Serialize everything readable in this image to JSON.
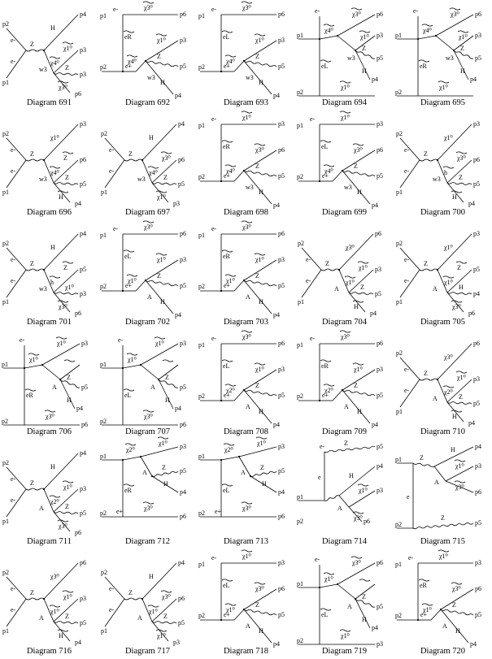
{
  "diagrams": [
    {
      "caption": "Diagram 691",
      "kind": "A",
      "labels": {
        "in_top": "p2",
        "in_bot": "p1",
        "e_top": "e-",
        "e_bot": "e-",
        "v1": "Z",
        "t1": "H",
        "t1p": "p4",
        "t2": "χ1⁰",
        "t2p": "p3",
        "t3": "Z",
        "t3p": "p3",
        "t4": "χ3⁰",
        "t4p": "p6",
        "w": "w3",
        "mid": "χ4⁰"
      }
    },
    {
      "caption": "Diagram 692",
      "kind": "B",
      "labels": {
        "top_l": "e-",
        "top_t": "χ3⁰",
        "top_p": "p6",
        "in1": "p1",
        "in2": "p2",
        "sel": "eR",
        "pos": "e+",
        "mid": "χ4⁰",
        "o1": "χ1⁰",
        "o1p": "p3",
        "o2": "Z",
        "o2p": "p5",
        "o3": "H",
        "o3p": "p4",
        "w": "w3"
      }
    },
    {
      "caption": "Diagram 693",
      "kind": "B",
      "labels": {
        "top_l": "e-",
        "top_t": "χ3⁰",
        "top_p": "p6",
        "in1": "p1",
        "in2": "p2",
        "sel": "eL",
        "pos": "e+",
        "mid": "χ4⁰",
        "o1": "χ1⁰",
        "o1p": "p3",
        "o2": "Z",
        "o2p": "p5",
        "o3": "H",
        "o3p": "p4",
        "w": "w3"
      }
    },
    {
      "caption": "Diagram 694",
      "kind": "C",
      "labels": {
        "top_l": "e-",
        "in1": "p1",
        "in2": "p2",
        "sel": "eL",
        "mid": "χ4⁰",
        "o1": "χ3⁰",
        "o1p": "p6",
        "o2": "χ1⁰",
        "o2p": "p3",
        "o3": "Z",
        "o3p": "p5",
        "o4": "H",
        "o4p": "p4",
        "w": "w3",
        "bot_t": "χ1⁰"
      }
    },
    {
      "caption": "Diagram 695",
      "kind": "C",
      "labels": {
        "top_l": "e-",
        "in1": "p1",
        "in2": "p2",
        "sel": "eR",
        "mid": "χ4⁰",
        "o1": "χ3⁰",
        "o1p": "p6",
        "o2": "χ1⁰",
        "o2p": "p3",
        "o3": "Z",
        "o3p": "p5",
        "o4": "H",
        "o4p": "p4",
        "w": "w3",
        "bot_t": "χ1⁰"
      }
    },
    {
      "caption": "Diagram 696",
      "kind": "A",
      "labels": {
        "in_top": "p2",
        "in_bot": "p1",
        "e_top": "e-",
        "e_bot": "e-",
        "v1": "Z",
        "t1": "χ1⁰",
        "t1p": "p3",
        "t2": "Z",
        "t2p": "p6",
        "t3": "Z",
        "t3p": "p5",
        "t4": "H",
        "t4p": "p4",
        "w": "w3",
        "mid": "χ4⁰"
      }
    },
    {
      "caption": "Diagram 697",
      "kind": "A",
      "labels": {
        "in_top": "p2",
        "in_bot": "p1",
        "e_top": "e-",
        "e_bot": "e-",
        "v1": "Z",
        "t1": "H",
        "t1p": "p4",
        "t2": "χ3⁰",
        "t2p": "p6",
        "t3": "Z",
        "t3p": "p5",
        "t4": "χ1⁰",
        "t4p": "p3",
        "w": "w3",
        "mid": "χ4⁰"
      }
    },
    {
      "caption": "Diagram 698",
      "kind": "B",
      "labels": {
        "top_l": "e-",
        "top_t": "χ1⁰",
        "top_p": "p3",
        "in1": "p1",
        "in2": "p2",
        "sel": "eR",
        "pos": "e+",
        "mid": "χ4⁰",
        "o1": "χ3⁰",
        "o1p": "p6",
        "o2": "Z",
        "o2p": "p5",
        "o3": "H",
        "o3p": "p4",
        "w": "w3"
      }
    },
    {
      "caption": "Diagram 699",
      "kind": "B",
      "labels": {
        "top_l": "e-",
        "top_t": "χ1⁰",
        "top_p": "p3",
        "in1": "p1",
        "in2": "p2",
        "sel": "eL",
        "pos": "e+",
        "mid": "χ4⁰",
        "o1": "χ3⁰",
        "o1p": "p6",
        "o2": "Z",
        "o2p": "p5",
        "o3": "H",
        "o3p": "p4",
        "w": "w3"
      }
    },
    {
      "caption": "Diagram 700",
      "kind": "A",
      "labels": {
        "in_top": "p2",
        "in_bot": "p1",
        "e_top": "e-",
        "e_bot": "e-",
        "v1": "Z",
        "t1": "χ1⁰",
        "t1p": "p3",
        "t2": "χ3⁰",
        "t2p": "p6",
        "t3": "Z",
        "t3p": "p5",
        "t4": "H",
        "t4p": "p4",
        "w": "w3",
        "mid": "h"
      }
    },
    {
      "caption": "Diagram 701",
      "kind": "A",
      "labels": {
        "in_top": "p2",
        "in_bot": "p1",
        "e_top": "e-",
        "e_bot": "e-",
        "v1": "Z",
        "t1": "H",
        "t1p": "p4",
        "t2": "Z",
        "t2p": "p5",
        "t3": "χ1⁰",
        "t3p": "p3",
        "t4": "χ3⁰",
        "t4p": "p6",
        "w": "w3",
        "mid": "h"
      }
    },
    {
      "caption": "Diagram 702",
      "kind": "B",
      "labels": {
        "top_l": "e-",
        "top_t": "χ3⁰",
        "top_p": "p6",
        "in1": "p1",
        "in2": "p2",
        "sel": "eL",
        "pos": "e+",
        "mid": "χ1⁰",
        "o1": "χ1⁰",
        "o1p": "p3",
        "o2": "Z",
        "o2p": "p5",
        "o3": "H",
        "o3p": "p4",
        "w": "A"
      }
    },
    {
      "caption": "Diagram 703",
      "kind": "B",
      "labels": {
        "top_l": "e-",
        "top_t": "χ3⁰",
        "top_p": "p6",
        "in1": "p1",
        "in2": "p2",
        "sel": "eR",
        "pos": "e+",
        "mid": "χ1⁰",
        "o1": "χ1⁰",
        "o1p": "p3",
        "o2": "Z",
        "o2p": "p5",
        "o3": "H",
        "o3p": "p4",
        "w": "A"
      }
    },
    {
      "caption": "Diagram 704",
      "kind": "A",
      "labels": {
        "in_top": "p2",
        "in_bot": "p1",
        "e_top": "e-",
        "e_bot": "e-",
        "v1": "Z",
        "t1": "χ3⁰",
        "t1p": "p6",
        "t2": "χ1⁰",
        "t2p": "p3",
        "t3": "Z",
        "t3p": "p5",
        "t4": "H",
        "t4p": "p4",
        "w": "A",
        "mid": "χ1⁰"
      }
    },
    {
      "caption": "Diagram 705",
      "kind": "A",
      "labels": {
        "in_top": "p2",
        "in_bot": "p1",
        "e_top": "e-",
        "e_bot": "e-",
        "v1": "Z",
        "t1": "χ1⁰",
        "t1p": "p3",
        "t2": "Z",
        "t2p": "p5",
        "t3": "H",
        "t3p": "p4",
        "t4": "χ3⁰",
        "t4p": "p6",
        "w": "A",
        "mid": "χ1⁰"
      }
    },
    {
      "caption": "Diagram 706",
      "kind": "C",
      "labels": {
        "top_l": "e-",
        "in1": "p1",
        "in2": "p2",
        "sel": "eR",
        "mid": "χ1⁰",
        "o1": "χ1⁰",
        "o1p": "p3",
        "o2": "",
        "o2p": "",
        "o3": "Z",
        "o3p": "p5",
        "o4": "H",
        "o4p": "p4",
        "w": "A",
        "bot_t": "χ3⁰",
        "bot_p": "p6"
      }
    },
    {
      "caption": "Diagram 707",
      "kind": "C",
      "labels": {
        "top_l": "e-",
        "in1": "p1",
        "in2": "p2",
        "sel": "eL",
        "mid": "χ1⁰",
        "o1": "χ1⁰",
        "o1p": "p3",
        "o2": "",
        "o2p": "",
        "o3": "Z",
        "o3p": "p5",
        "o4": "H",
        "o4p": "p4",
        "w": "A",
        "bot_t": "χ3⁰",
        "bot_p": "p6"
      }
    },
    {
      "caption": "Diagram 708",
      "kind": "B",
      "labels": {
        "top_l": "e-",
        "top_t": "χ3⁰",
        "top_p": "p6",
        "in1": "p1",
        "in2": "p2",
        "sel": "eL",
        "pos": "e+",
        "mid": "χ2⁰",
        "o1": "χ1⁰",
        "o1p": "p3",
        "o2": "Z",
        "o2p": "p5",
        "o3": "H",
        "o3p": "p4",
        "w": "A"
      }
    },
    {
      "caption": "Diagram 709",
      "kind": "B",
      "labels": {
        "top_l": "e-",
        "top_t": "χ3⁰",
        "top_p": "p6",
        "in1": "p1",
        "in2": "p2",
        "sel": "eR",
        "pos": "e+",
        "mid": "χ2⁰",
        "o1": "χ1⁰",
        "o1p": "p3",
        "o2": "Z",
        "o2p": "p5",
        "o3": "H",
        "o3p": "p4",
        "w": "A"
      }
    },
    {
      "caption": "Diagram 710",
      "kind": "A",
      "labels": {
        "in_top": "p2",
        "in_bot": "p1",
        "e_top": "e-",
        "e_bot": "e-",
        "v1": "Z",
        "t1": "χ3⁰",
        "t1p": "p6",
        "t2": "χ1⁰",
        "t2p": "p3",
        "t3": "Z",
        "t3p": "p5",
        "t4": "H",
        "t4p": "p4",
        "w": "A",
        "mid": "χ2⁰"
      }
    },
    {
      "caption": "Diagram 711",
      "kind": "A",
      "labels": {
        "in_top": "p2",
        "in_bot": "p1",
        "e_top": "e-",
        "e_bot": "e-",
        "v1": "Z",
        "t1": "H",
        "t1p": "p4",
        "t2": "χ1⁰",
        "t2p": "p3",
        "t3": "Z",
        "t3p": "p5",
        "t4": "χ3⁰",
        "t4p": "p6",
        "w": "A",
        "mid": "χ2⁰"
      }
    },
    {
      "caption": "Diagram 712",
      "kind": "D",
      "labels": {
        "in1": "p1",
        "in2": "p2",
        "sel": "eR",
        "pos": "e+",
        "mid": "χ2⁰",
        "t1": "χ1⁰",
        "t1p": "p3",
        "t2": "Z",
        "t2p": "p5",
        "t3": "H",
        "t3p": "p4",
        "w": "A",
        "bot_t": "χ3⁰",
        "bot_p": "p6"
      }
    },
    {
      "caption": "Diagram 713",
      "kind": "D",
      "labels": {
        "in1": "p1",
        "in2": "p2",
        "sel": "eL",
        "pos": "e+",
        "mid": "χ2⁰",
        "t1": "χ1⁰",
        "t1p": "p3",
        "t2": "Z",
        "t2p": "p5",
        "t3": "H",
        "t3p": "p4",
        "w": "A",
        "bot_t": "χ3⁰",
        "bot_p": "p6"
      }
    },
    {
      "caption": "Diagram 714",
      "kind": "E",
      "labels": {
        "top_l": "e-",
        "top_z": "Z",
        "top_p": "p5",
        "v": "e",
        "t1": "H",
        "t1p": "p4",
        "t2": "χ1⁰",
        "t2p": "p3",
        "w": "A",
        "t3": "χ3⁰",
        "t3p": "p6",
        "in1": "p1",
        "in2": "p2"
      }
    },
    {
      "caption": "Diagram 715",
      "kind": "F",
      "labels": {
        "in1": "p1",
        "in2": "p2",
        "v": "e",
        "z": "Z",
        "t1": "H",
        "t1p": "p4",
        "t2": "χ1⁰",
        "t2p": "p3",
        "t3": "χ3⁰",
        "t3p": "p6",
        "w": "A",
        "bot_z": "Z",
        "bot_p": "p5"
      }
    },
    {
      "caption": "Diagram 716",
      "kind": "A",
      "labels": {
        "in_top": "p2",
        "in_bot": "p1",
        "e_top": "e-",
        "e_bot": "e-",
        "v1": "Z",
        "t1": "χ3⁰",
        "t1p": "p6",
        "t2": "χ1⁰",
        "t2p": "p3",
        "t3": "Z",
        "t3p": "p5",
        "t4": "H",
        "t4p": "p4",
        "w": "A",
        "mid": "χ1⁰"
      }
    },
    {
      "caption": "Diagram 717",
      "kind": "A",
      "labels": {
        "in_top": "p2",
        "in_bot": "p1",
        "e_top": "e-",
        "e_bot": "e-",
        "v1": "Z",
        "t1": "H",
        "t1p": "p4",
        "t2": "χ3⁰",
        "t2p": "p6",
        "t3": "Z",
        "t3p": "p5",
        "t4": "χ1⁰",
        "t4p": "p3",
        "w": "A",
        "mid": "χ1⁰"
      }
    },
    {
      "caption": "Diagram 718",
      "kind": "B",
      "labels": {
        "top_l": "e-",
        "top_t": "χ1⁰",
        "top_p": "p3",
        "in1": "p1",
        "in2": "p2",
        "sel": "eL",
        "pos": "e+",
        "mid": "χ1⁰",
        "o1": "χ3⁰",
        "o1p": "p6",
        "o2": "Z",
        "o2p": "p5",
        "o3": "H",
        "o3p": "p4",
        "w": "A"
      }
    },
    {
      "caption": "Diagram 719",
      "kind": "C",
      "labels": {
        "top_l": "e-",
        "in1": "p1",
        "in2": "p2",
        "sel": "eL",
        "mid": "χ1⁰",
        "o1": "χ3⁰",
        "o1p": "p6",
        "o2": "",
        "o2p": "",
        "o3": "Z",
        "o3p": "p5",
        "o4": "H",
        "o4p": "p4",
        "w": "A",
        "bot_t": "χ1⁰",
        "bot_p": "p3"
      }
    },
    {
      "caption": "Diagram 720",
      "kind": "B",
      "labels": {
        "top_l": "e-",
        "top_t": "χ1⁰",
        "top_p": "p3",
        "in1": "p1",
        "in2": "p2",
        "sel": "eR",
        "pos": "e+",
        "mid": "χ1⁰",
        "o1": "χ3⁰",
        "o1p": "p6",
        "o2": "Z",
        "o2p": "p5",
        "o3": "H",
        "o3p": "p4",
        "w": "A"
      }
    }
  ]
}
